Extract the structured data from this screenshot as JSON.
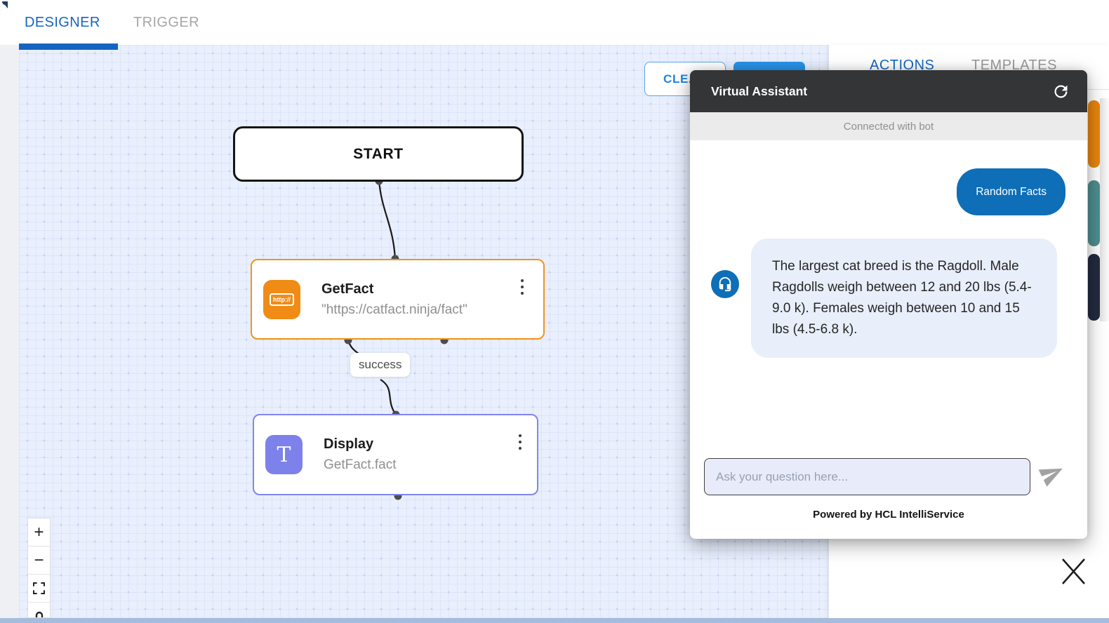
{
  "tabbar": {
    "designer": "DESIGNER",
    "trigger": "TRIGGER"
  },
  "canvas": {
    "toolbar": {
      "clear": "CLEAR"
    },
    "nodes": {
      "start": {
        "label": "START"
      },
      "getfact": {
        "title": "GetFact",
        "subtitle": "\"https://catfact.ninja/fact\"",
        "icon_text": "http://"
      },
      "display": {
        "title": "Display",
        "subtitle": "GetFact.fact",
        "icon_text": "T"
      }
    },
    "edge_label": "success",
    "controls": {
      "zoom_in": "+",
      "zoom_out": "−"
    }
  },
  "panel": {
    "tabs": {
      "actions": "ACTIONS",
      "templates": "TEMPLATES"
    },
    "card_accent_colors": [
      "#e8850e",
      "#4e8e8e",
      "#232b3e"
    ]
  },
  "chat": {
    "title": "Virtual Assistant",
    "status": "Connected with bot",
    "user_message": "Random Facts",
    "bot_message": "The largest cat breed is the Ragdoll. Male Ragdolls weigh between 12 and 20 lbs (5.4-9.0 k). Females weigh between 10 and 15 lbs (4.5-6.8 k).",
    "input_placeholder": "Ask your question here...",
    "footer": "Powered by HCL IntelliService"
  },
  "icons": {
    "refresh": "refresh-icon",
    "headset": "headset-icon",
    "send": "paper-plane-icon",
    "close": "close-x-icon",
    "fullscreen": "fullscreen-icon",
    "lock": "lock-icon",
    "kebab": "kebab-menu-icon"
  },
  "colors": {
    "accent_blue": "#1565c0",
    "chat_blue": "#0e6eb8",
    "node_orange": "#f0941f",
    "node_purple": "#8286f0",
    "header_dark": "#343536",
    "canvas_bg": "#e9effd"
  }
}
